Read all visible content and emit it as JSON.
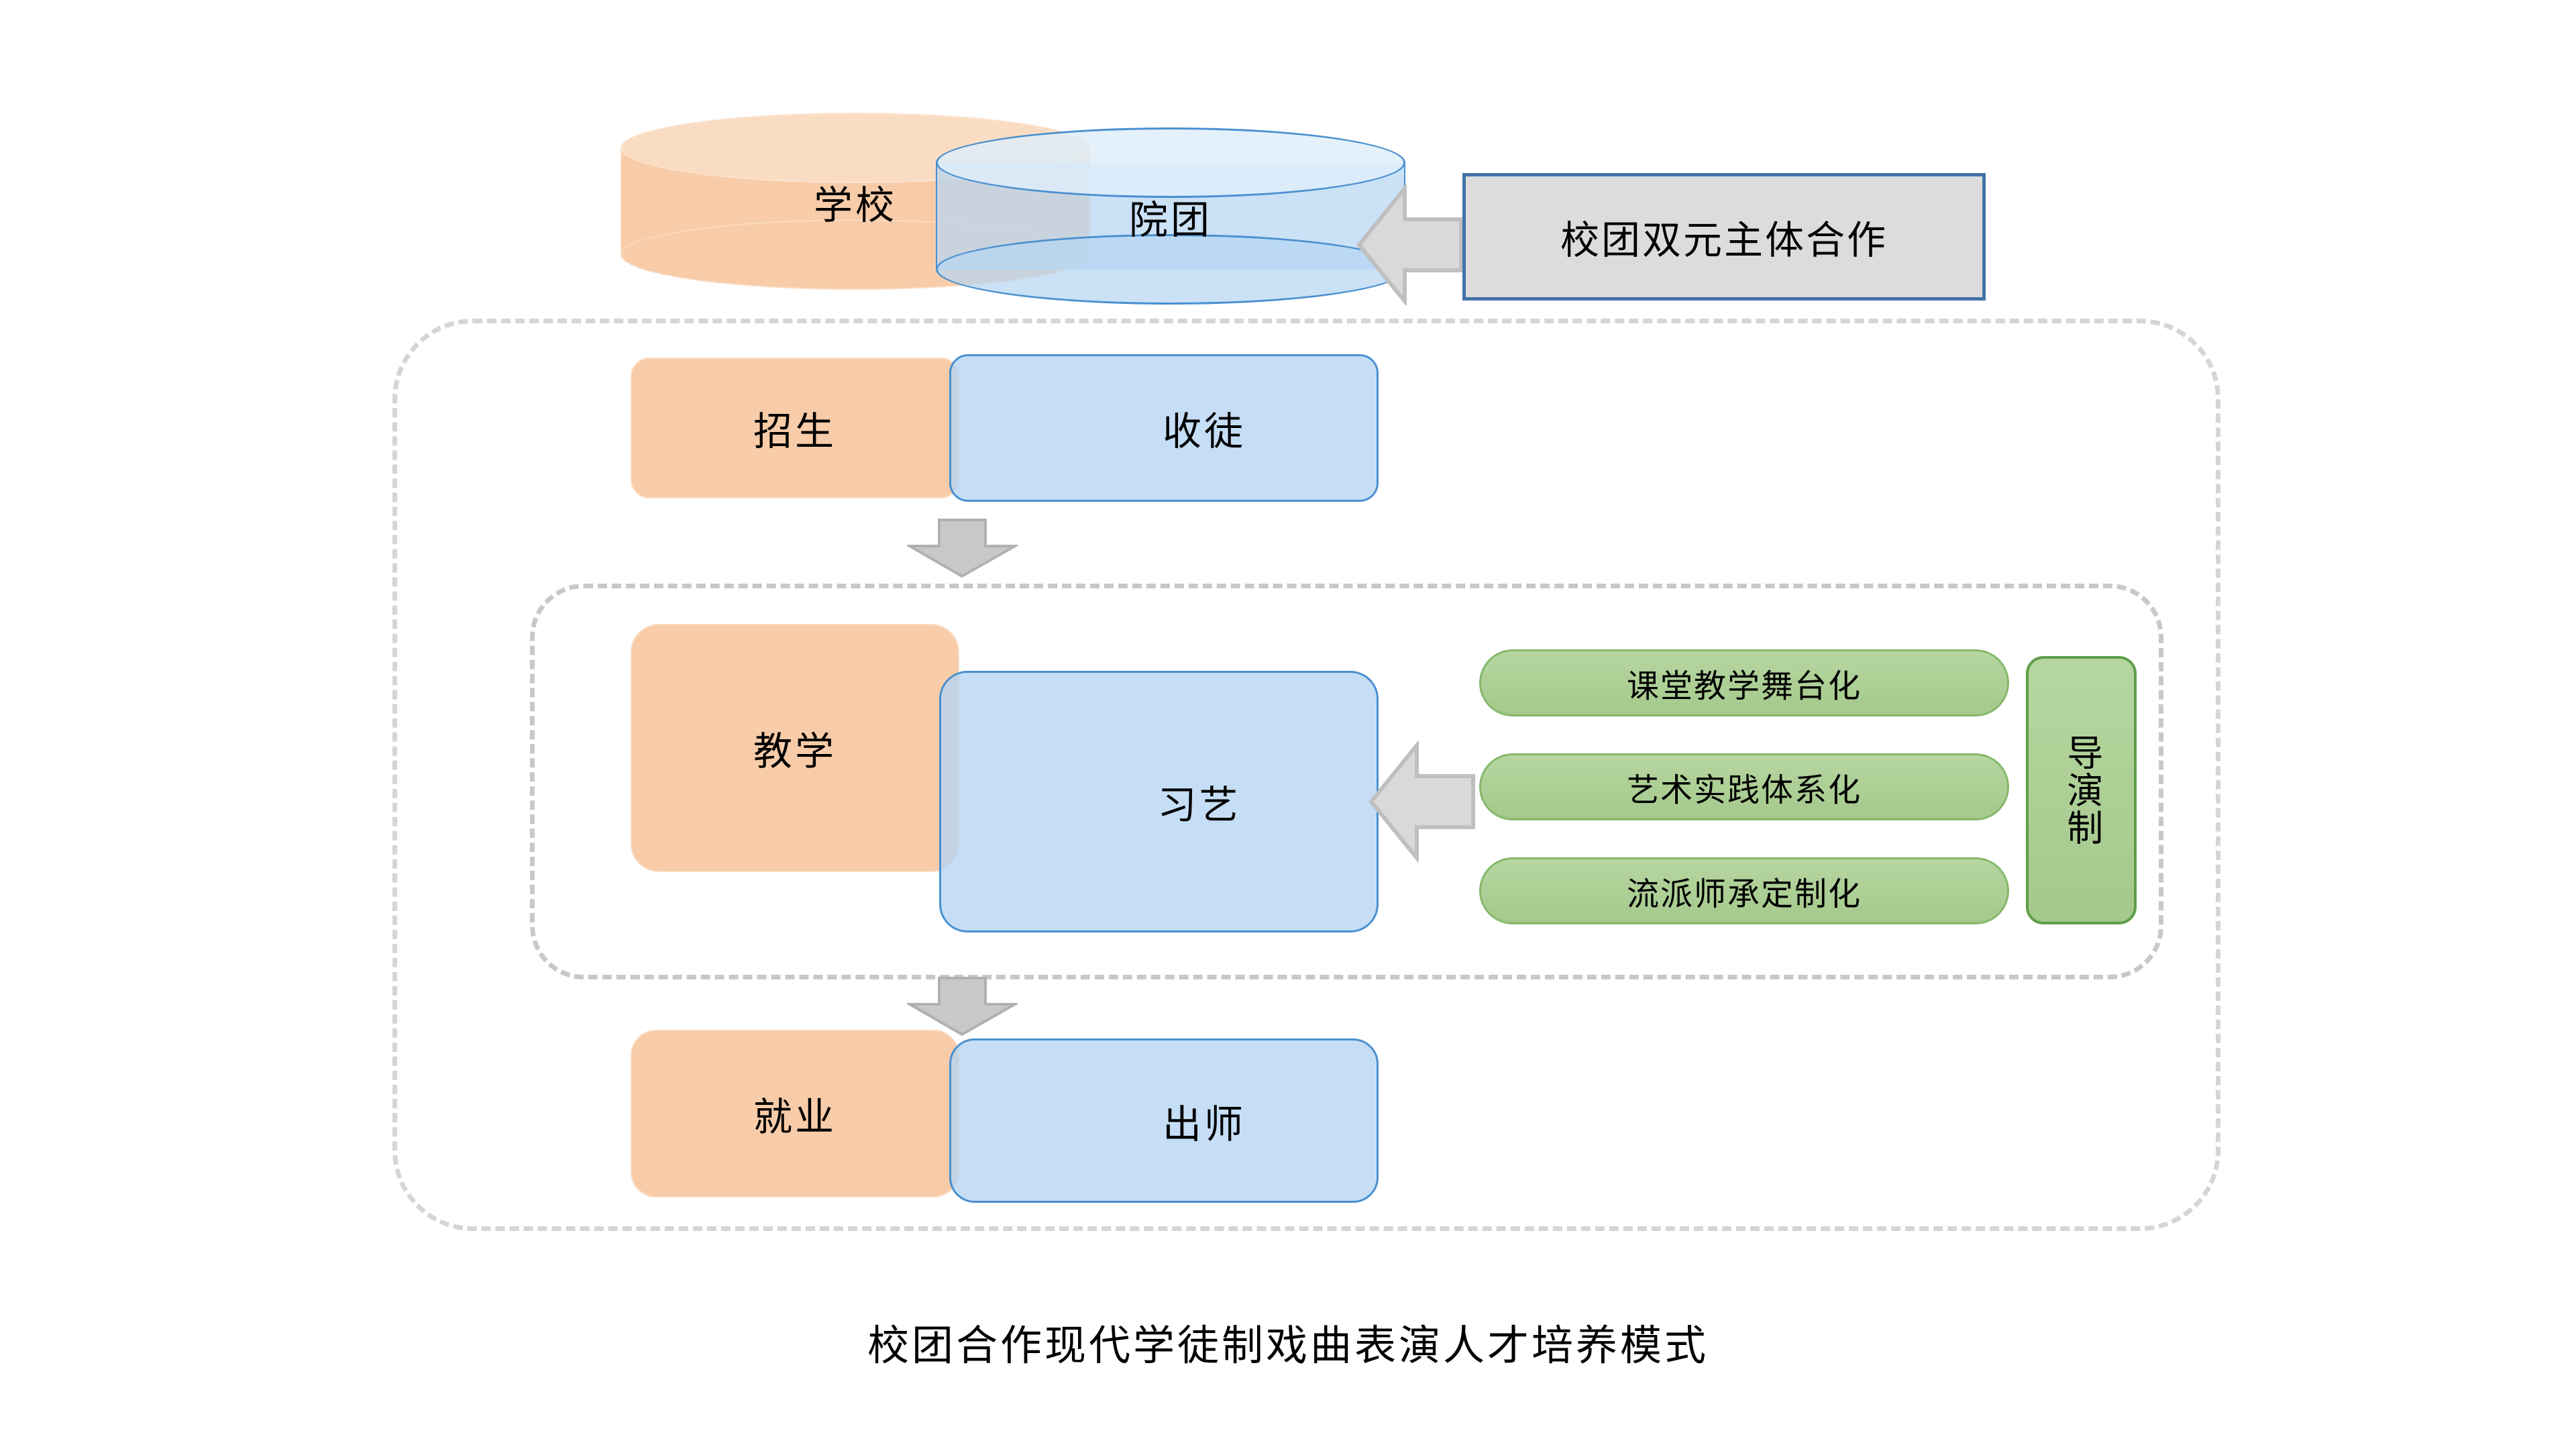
{
  "diagram": {
    "caption": "校团合作现代学徒制戏曲表演人才培养模式",
    "colors": {
      "orange_fill": "#F8CCA8",
      "blue_fill": "#C3D8F0",
      "blue_stroke": "#4A90D0",
      "green_fill": "#A9CE91",
      "green_stroke": "#5F9D4A",
      "gray_fill": "#DCDCDC",
      "gray_stroke": "#4472A8",
      "arrow_fill": "#D9D9D9",
      "arrow_stroke": "#BFBFBF",
      "dashed_border": "#D5D5D5"
    },
    "cylinders": {
      "school": "学校",
      "troupe": "院团"
    },
    "callout": {
      "label": "校团双元主体合作"
    },
    "rows": [
      {
        "school_side": "招生",
        "troupe_side": "收徒"
      },
      {
        "school_side": "教学",
        "troupe_side": "习艺"
      },
      {
        "school_side": "就业",
        "troupe_side": "出师"
      }
    ],
    "measures": [
      "课堂教学舞台化",
      "艺术实践体系化",
      "流派师承定制化"
    ],
    "system_box": {
      "label": "导演制"
    },
    "arrows": {
      "top_left_arrow": "arrow-left-icon",
      "mid_left_arrow": "arrow-left-icon",
      "down_arrow_1": "arrow-down-icon",
      "down_arrow_2": "arrow-down-icon"
    }
  }
}
